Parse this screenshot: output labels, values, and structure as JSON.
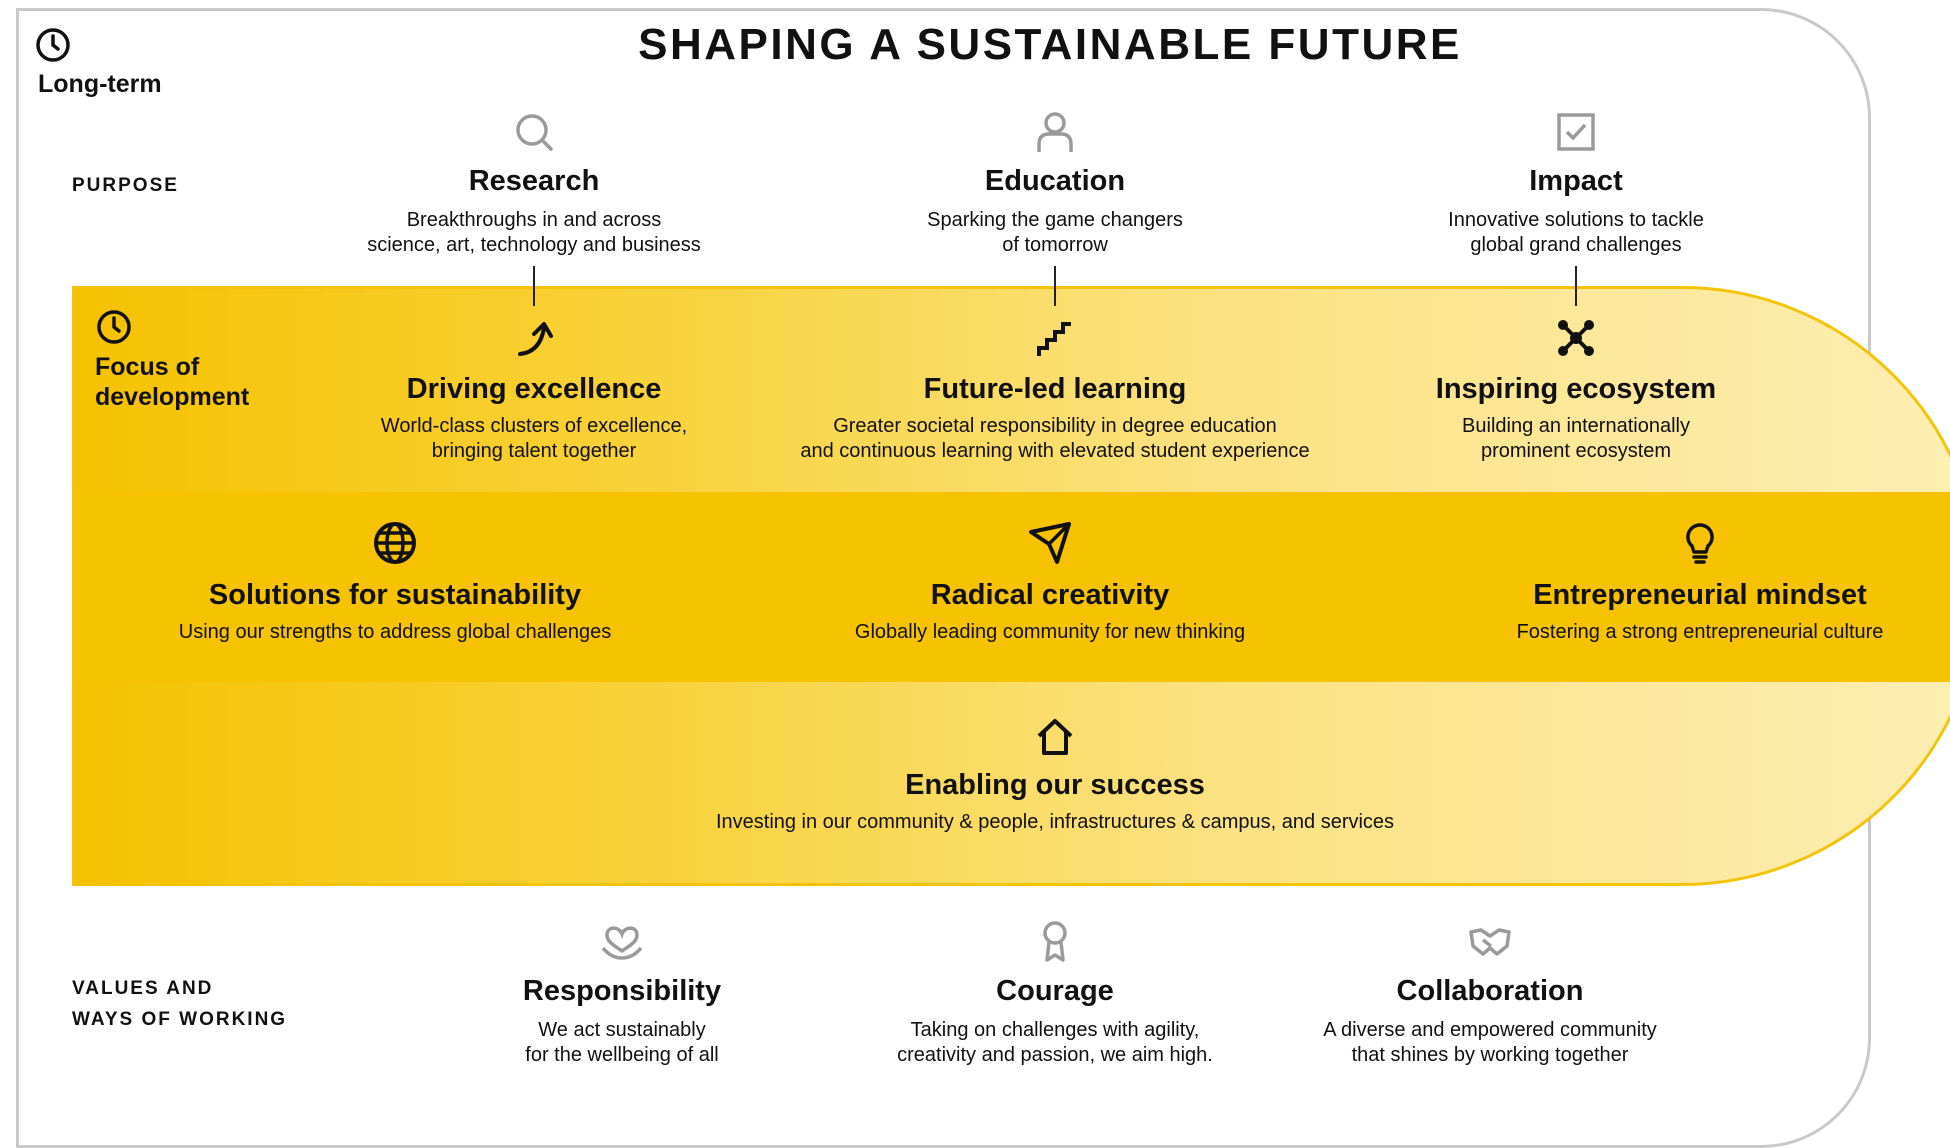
{
  "header": {
    "title": "SHAPING A SUSTAINABLE FUTURE",
    "timeframe_label": "Long-term"
  },
  "purpose": {
    "label": "PURPOSE",
    "items": [
      {
        "icon": "search-icon",
        "title": "Research",
        "desc_line1": "Breakthroughs in and across",
        "desc_line2": "science, art, technology and business"
      },
      {
        "icon": "person-icon",
        "title": "Education",
        "desc_line1": "Sparking the game changers",
        "desc_line2": "of tomorrow"
      },
      {
        "icon": "checkbox-icon",
        "title": "Impact",
        "desc_line1": "Innovative solutions to tackle",
        "desc_line2": "global grand challenges"
      }
    ]
  },
  "focus": {
    "label_line1": "Focus of",
    "label_line2": "development",
    "row1": [
      {
        "icon": "arrow-up-right-icon",
        "title": "Driving excellence",
        "desc_line1": "World-class clusters of excellence,",
        "desc_line2": "bringing talent together"
      },
      {
        "icon": "stairs-icon",
        "title": "Future-led learning",
        "desc_line1": "Greater societal responsibility in degree education",
        "desc_line2": "and continuous learning with elevated student experience"
      },
      {
        "icon": "network-icon",
        "title": "Inspiring ecosystem",
        "desc_line1": "Building an internationally",
        "desc_line2": "prominent ecosystem"
      }
    ],
    "row2": [
      {
        "icon": "globe-icon",
        "title": "Solutions for sustainability",
        "desc": "Using our strengths to address global challenges"
      },
      {
        "icon": "paper-plane-icon",
        "title": "Radical creativity",
        "desc": "Globally leading community for new thinking"
      },
      {
        "icon": "lightbulb-icon",
        "title": "Entrepreneurial mindset",
        "desc": "Fostering a strong entrepreneurial culture"
      }
    ],
    "row3": {
      "icon": "house-icon",
      "title": "Enabling our success",
      "desc": "Investing in our community & people, infrastructures & campus, and services"
    }
  },
  "values": {
    "label_line1": "VALUES AND",
    "label_line2": "WAYS OF WORKING",
    "items": [
      {
        "icon": "heart-hands-icon",
        "title": "Responsibility",
        "desc_line1": "We act sustainably",
        "desc_line2": "for the wellbeing of all"
      },
      {
        "icon": "medal-icon",
        "title": "Courage",
        "desc_line1": "Taking on challenges with agility,",
        "desc_line2": "creativity and passion, we aim high."
      },
      {
        "icon": "handshake-icon",
        "title": "Collaboration",
        "desc_line1": "A diverse and empowered community",
        "desc_line2": "that shines by working together"
      }
    ]
  },
  "colors": {
    "band_yellow": "#f7c300",
    "band_light": "#fdeeb4",
    "frame_grey": "#c9c9c9",
    "text": "#111111",
    "icon_grey": "#9a9a9a"
  }
}
